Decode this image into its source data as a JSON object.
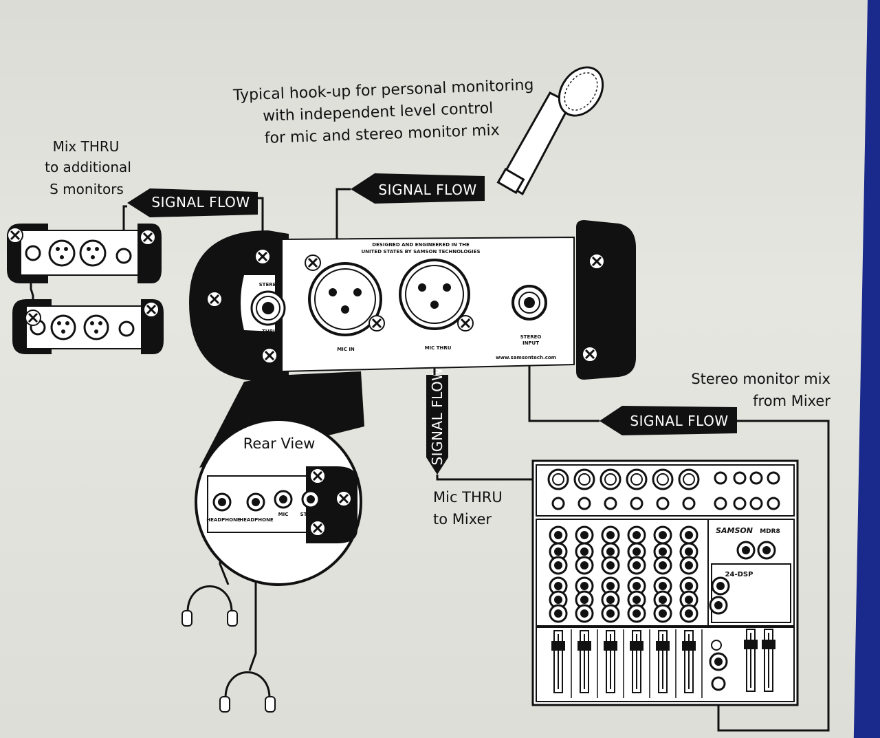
{
  "caption": {
    "line1": "Typical hook-up for personal monitoring",
    "line2": "with independent level control",
    "line3": "for mic and stereo monitor mix"
  },
  "mix_thru_note": {
    "line1": "Mix THRU",
    "line2": "to additional",
    "line3": "S monitors"
  },
  "stereo_mix_note": {
    "line1": "Stereo monitor mix",
    "line2": "from Mixer"
  },
  "mic_thru_note": {
    "line1": "Mic THRU",
    "line2": "to Mixer"
  },
  "rear_view_label": "Rear View",
  "signal_flow_label": "SIGNAL FLOW",
  "front_panel": {
    "header_line1": "DESIGNED AND ENGINEERED IN THE",
    "header_line2": "UNITED STATES BY SAMSON TECHNOLOGIES",
    "stereo_label": "STEREO",
    "thru_label": "THRU",
    "mic_in_label": "MIC IN",
    "mic_thru_label": "MIC THRU",
    "stereo_input_line1": "STEREO",
    "stereo_input_line2": "INPUT",
    "website": "www.samsontech.com"
  },
  "rear_panel": {
    "jack1_label": "HEADPHONE",
    "jack2_label": "HEADPHONE",
    "knob1_label": "MIC",
    "knob2_label": "STEREO"
  },
  "mixer": {
    "brand": "SAMSON",
    "model": "MDR8",
    "dsp_label": "24-DSP",
    "channel_strips": 6
  },
  "colors": {
    "ink": "#111111",
    "paper": "#e2e2dd",
    "background": "#1a2a8c"
  }
}
